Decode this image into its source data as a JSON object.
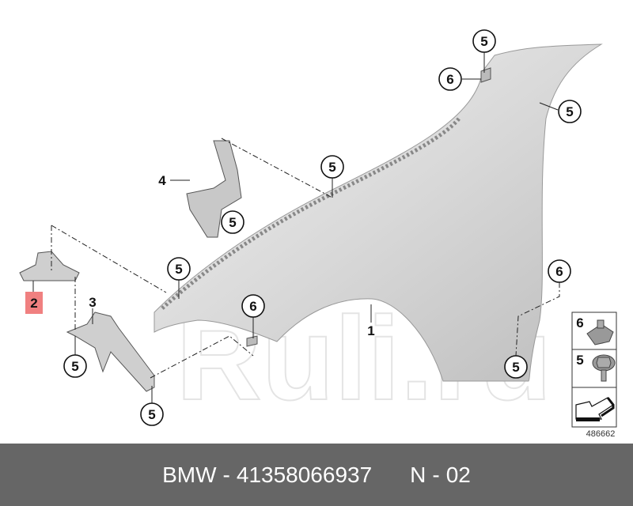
{
  "diagram": {
    "watermark": "Ruli.ru",
    "image_number": "486662",
    "callouts": [
      {
        "id": "c1",
        "label": "5"
      },
      {
        "id": "c2",
        "label": "6"
      },
      {
        "id": "c3",
        "label": "5"
      },
      {
        "id": "c4",
        "label": "5"
      },
      {
        "id": "c5",
        "label": "5"
      },
      {
        "id": "c6",
        "label": "5"
      },
      {
        "id": "c7",
        "label": "6"
      },
      {
        "id": "c8",
        "label": "6"
      },
      {
        "id": "c9",
        "label": "5"
      },
      {
        "id": "c10",
        "label": "5"
      },
      {
        "id": "c11",
        "label": "5"
      }
    ],
    "part_labels": {
      "fender": "1",
      "bracket_front": "2",
      "bracket_lower": "3",
      "bracket_upper": "4"
    },
    "highlighted_part": "2",
    "highlight_color": "#f08080",
    "legend": [
      {
        "label": "6",
        "part": "clip-nut-icon"
      },
      {
        "label": "5",
        "part": "hex-bolt-icon"
      },
      {
        "label": "",
        "part": "arrow-icon"
      }
    ]
  },
  "footer": {
    "brand": "BMW",
    "separator": "-",
    "part_number": "41358066937",
    "code_prefix": "N",
    "code": "02"
  }
}
